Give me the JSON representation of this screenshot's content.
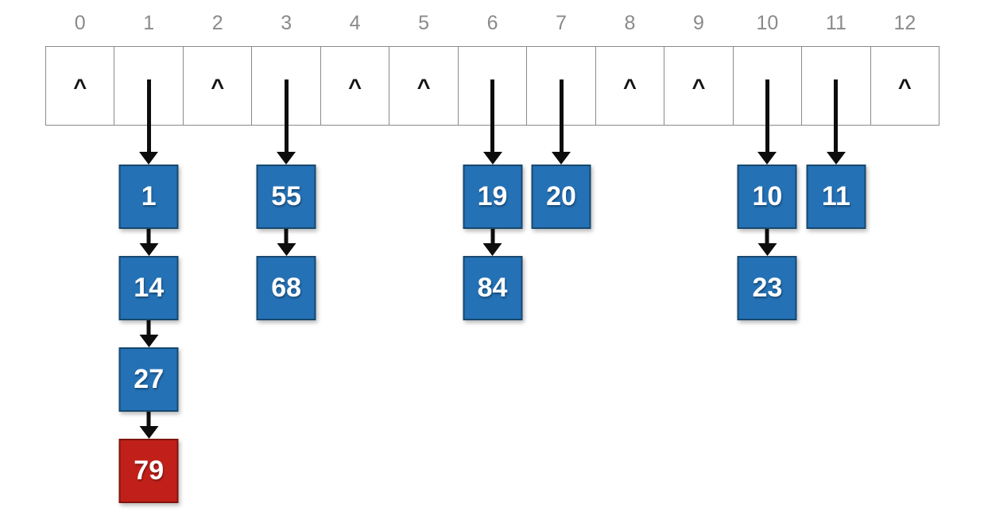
{
  "colors": {
    "node_blue": "#2471B5",
    "node_blue_border": "#17486F",
    "node_red": "#C1201A",
    "node_red_border": "#7E130D",
    "arrow_black": "#0D0D0D",
    "grid_border": "#8A8A8A",
    "index_label_gray": "#8A8A8A",
    "node_text": "#FFFFFF"
  },
  "table": {
    "null_marker": "^",
    "buckets": [
      {
        "index": "0",
        "type": "null",
        "nodes": []
      },
      {
        "index": "1",
        "type": "chain",
        "nodes": [
          {
            "value": "1",
            "color": "blue"
          },
          {
            "value": "14",
            "color": "blue"
          },
          {
            "value": "27",
            "color": "blue"
          },
          {
            "value": "79",
            "color": "red"
          }
        ]
      },
      {
        "index": "2",
        "type": "null",
        "nodes": []
      },
      {
        "index": "3",
        "type": "chain",
        "nodes": [
          {
            "value": "55",
            "color": "blue"
          },
          {
            "value": "68",
            "color": "blue"
          }
        ]
      },
      {
        "index": "4",
        "type": "null",
        "nodes": []
      },
      {
        "index": "5",
        "type": "null",
        "nodes": []
      },
      {
        "index": "6",
        "type": "chain",
        "nodes": [
          {
            "value": "19",
            "color": "blue"
          },
          {
            "value": "84",
            "color": "blue"
          }
        ]
      },
      {
        "index": "7",
        "type": "chain",
        "nodes": [
          {
            "value": "20",
            "color": "blue"
          }
        ]
      },
      {
        "index": "8",
        "type": "null",
        "nodes": []
      },
      {
        "index": "9",
        "type": "null",
        "nodes": []
      },
      {
        "index": "10",
        "type": "chain",
        "nodes": [
          {
            "value": "10",
            "color": "blue"
          },
          {
            "value": "23",
            "color": "blue"
          }
        ]
      },
      {
        "index": "11",
        "type": "chain",
        "nodes": [
          {
            "value": "11",
            "color": "blue"
          }
        ]
      },
      {
        "index": "12",
        "type": "null",
        "nodes": []
      }
    ]
  }
}
